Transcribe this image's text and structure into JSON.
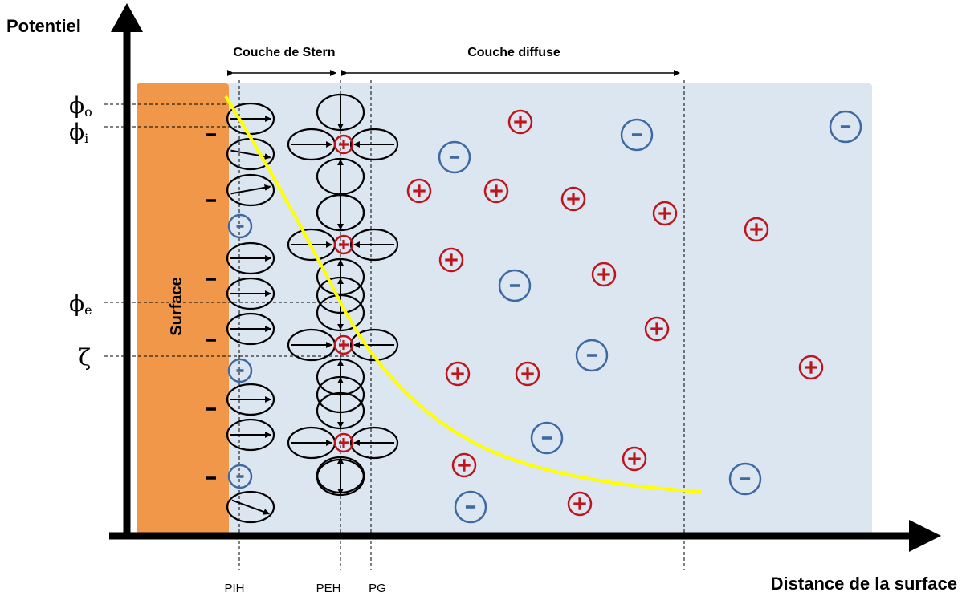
{
  "axes": {
    "y_label": "Potentiel",
    "x_label": "Distance de la surface"
  },
  "surface_label": "Surface",
  "layers": {
    "stern": "Couche de Stern",
    "diffuse": "Couche diffuse"
  },
  "planes": [
    "PIH",
    "PEH",
    "PG"
  ],
  "potentials": [
    {
      "symbol": "ϕ",
      "sub": "o"
    },
    {
      "symbol": "ϕ",
      "sub": "i"
    },
    {
      "symbol": "ϕ",
      "sub": "e"
    },
    {
      "symbol": "ζ",
      "sub": ""
    }
  ],
  "ion_signs": {
    "cation": "+",
    "anion": "-",
    "surface_charge": "-"
  },
  "colors": {
    "surface": "#f0974a",
    "solution": "#dce6f1",
    "cation": "#c0141c",
    "anion": "#3d6aa3",
    "curve": "#ffff00",
    "axis": "#000000"
  }
}
